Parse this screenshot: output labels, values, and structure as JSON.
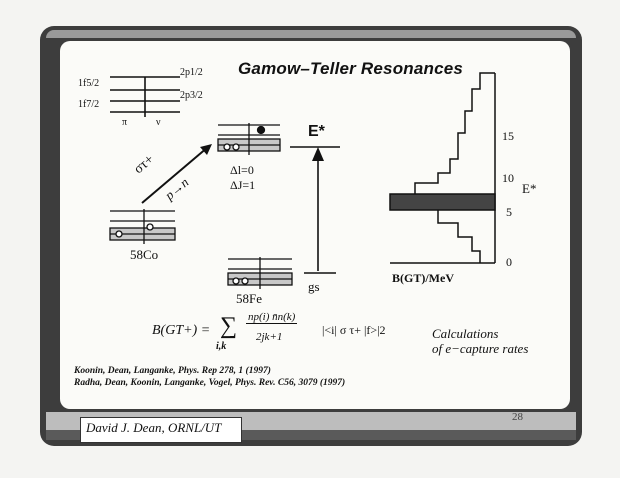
{
  "slide": {
    "title": "Gamow–Teller Resonances",
    "author": "David J. Dean, ORNL/UT",
    "page_number": "28",
    "calculations": [
      "Calculations",
      "of e−capture rates"
    ],
    "references": [
      "Koonin, Dean, Langanke, Phys. Rep 278, 1 (1997)",
      "Radha, Dean, Koonin, Langanke, Vogel, Phys. Rev. C56, 3079 (1997)"
    ]
  },
  "levels": {
    "f52": "1f5/2",
    "f72": "1f7/2",
    "p12": "2p1/2",
    "p32": "2p3/2",
    "pi": "π",
    "nu": "ν"
  },
  "nuclei": {
    "co": "58Co",
    "fe": "58Fe"
  },
  "transition": {
    "operator": "στ+",
    "pn": "p→n",
    "dl": "Δl=0",
    "dj": "ΔJ=1",
    "estar": "E*",
    "gs": "gs"
  },
  "histogram": {
    "xlabel": "B(GT)/MeV",
    "ylabel": "E*",
    "ticks": [
      "0",
      "5",
      "10",
      "15"
    ]
  },
  "formula": {
    "lhs": "B(GT+) =",
    "sum": "∑",
    "sub": "i,k",
    "num": "np(i) n̄n(k)",
    "den": "2jk+1",
    "matrix": "|<i| σ τ+ |f>|2"
  }
}
